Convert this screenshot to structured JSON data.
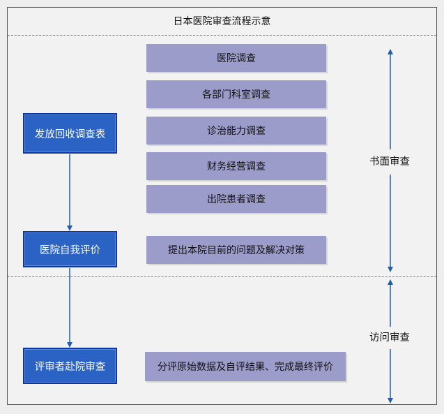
{
  "title": "日本医院审查流程示意",
  "left_steps": [
    "发放回收调查表",
    "医院自我评价",
    "评审者赴院审查"
  ],
  "survey_items": [
    "医院调查",
    "各部门科室调查",
    "诊治能力调查",
    "财务经营调查",
    "出院患者调查"
  ],
  "self_eval_item": "提出本院目前的问题及解决对策",
  "visit_item": "分评原始数据及自评结果、完成最终评价",
  "phases": {
    "written": "书面审查",
    "visit": "访问审查"
  },
  "colors": {
    "step_fill": "#2a63c4",
    "item_fill": "#9c9ccb",
    "arrow": "#1f5fa8"
  }
}
